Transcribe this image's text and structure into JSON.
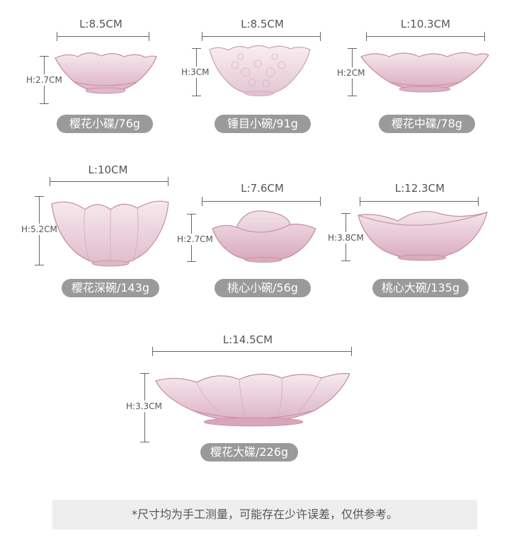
{
  "products": [
    {
      "key": "p1",
      "length_label": "L:8.5CM",
      "height_label": "H:2.7CM",
      "caption": "樱花小碟/76g"
    },
    {
      "key": "p2",
      "length_label": "L:8.5CM",
      "height_label": "H:3CM",
      "caption": "锤目小碗/91g"
    },
    {
      "key": "p3",
      "length_label": "L:10.3CM",
      "height_label": "H:2CM",
      "caption": "樱花中碟/78g"
    },
    {
      "key": "p4",
      "length_label": "L:10CM",
      "height_label": "H:5.2CM",
      "caption": "樱花深碗/143g"
    },
    {
      "key": "p5",
      "length_label": "L:7.6CM",
      "height_label": "H:2.7CM",
      "caption": "桃心小碗/56g"
    },
    {
      "key": "p6",
      "length_label": "L:12.3CM",
      "height_label": "H:3.8CM",
      "caption": "桃心大碗/135g"
    },
    {
      "key": "p7",
      "length_label": "L:14.5CM",
      "height_label": "H:3.3CM",
      "caption": "樱花大碟/226g"
    }
  ],
  "note": "*尺寸均为手工测量，可能存在少许误差，仅供参考。",
  "colors": {
    "pill_bg": "#9a9a9a",
    "pill_text": "#ffffff",
    "glass_light": "#f4e6ec",
    "glass_pink": "#e3bccb",
    "glass_edge": "#c58aa1",
    "note_bg": "#eeeeee"
  }
}
